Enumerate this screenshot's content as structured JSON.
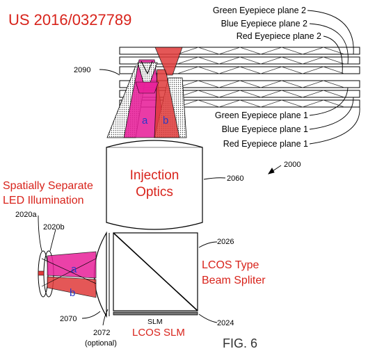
{
  "patent_number": "US 2016/0327789",
  "figure_label": "FIG. 6",
  "eyepiece_planes_top": [
    "Green Eyepiece plane 2",
    "Blue Eyepiece plane 2",
    "Red Eyepiece plane 2"
  ],
  "eyepiece_planes_bottom": [
    "Green Eyepiece plane 1",
    "Blue Eyepiece plane 1",
    "Red Eyepiece plane 1"
  ],
  "ref_2090": "2090",
  "ref_2000": "2000",
  "ref_2060": "2060",
  "ref_2020a": "2020a",
  "ref_2020b": "2020b",
  "ref_2026": "2026",
  "ref_2070": "2070",
  "ref_2072": "2072",
  "ref_optional": "(optional)",
  "ref_2024": "2024",
  "ref_slm": "SLM",
  "injection_optics_line1": "Injection",
  "injection_optics_line2": "Optics",
  "led_illumination_line1": "Spatially Separate",
  "led_illumination_line2": "LED Illumination",
  "lcos_beam_line1": "LCOS Type",
  "lcos_beam_line2": "Beam Spliter",
  "lcos_slm": "LCOS SLM",
  "beam_a": "a",
  "beam_b": "b",
  "beam_a_lower": "a",
  "beam_b_lower": "b",
  "colors": {
    "annotation_red": "#d8231b",
    "beam_magenta": "#e8209a",
    "beam_red": "#e03a3a",
    "beam_label_blue": "#2a38c8"
  }
}
